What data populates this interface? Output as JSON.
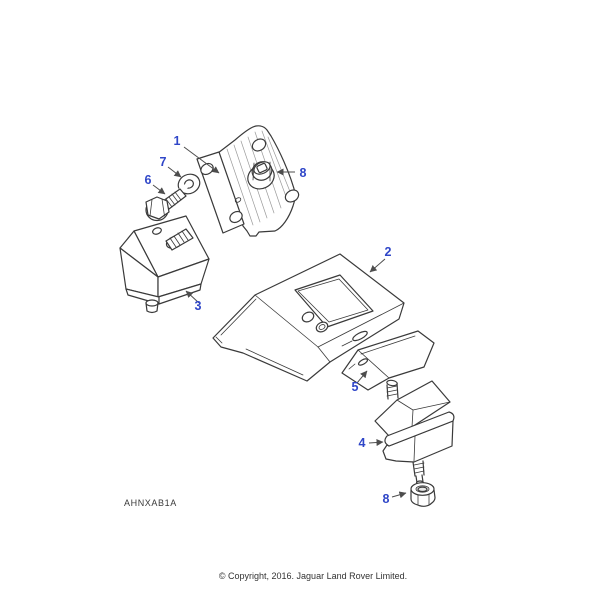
{
  "diagram": {
    "figure_code": "AHNXAB1A",
    "copyright": "© Copyright, 2016. Jaguar Land Rover Limited.",
    "callout_color": "#2f46c8",
    "line_color": "#3a3a3a",
    "background": "#ffffff",
    "callouts": [
      {
        "label": "1"
      },
      {
        "label": "7"
      },
      {
        "label": "6"
      },
      {
        "label": "8"
      },
      {
        "label": "3"
      },
      {
        "label": "2"
      },
      {
        "label": "5"
      },
      {
        "label": "4"
      },
      {
        "label": "8"
      }
    ]
  }
}
